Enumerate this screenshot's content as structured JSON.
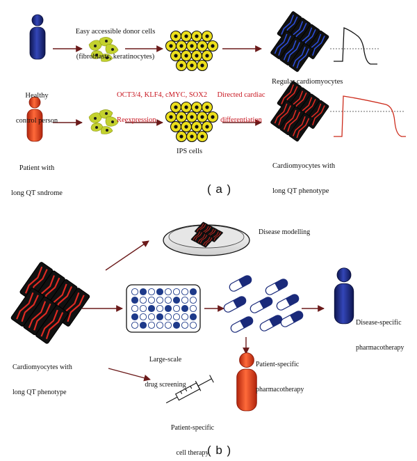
{
  "colors": {
    "arrow": "#6b1a1a",
    "healthy_person": "#1c2a80",
    "patient_person": "#e84a1f",
    "fibroblast": "#c3d12e",
    "ips_cell": "#e8dc1a",
    "regular_cardiomyocyte": "#1a3aa8",
    "lqt_cardiomyocyte": "#c81e1e",
    "lqt_trace": "#cc2a1a",
    "highlight_text": "#c8141e",
    "plate_well": "#1e3a8a",
    "pill": "#1a2a7a"
  },
  "panel_a": {
    "label": "( a )",
    "donor_cells_label_1": "Easy accessible donor cells",
    "donor_cells_label_2": "(fibroblasts, keratinocytes)",
    "healthy_label_1": "Healthy",
    "healthy_label_2": "control person",
    "patient_label_1": "Patient with",
    "patient_label_2": "long QT sndrome",
    "reprogramming_label_1": "OCT3/4, KLF4, cMYC, SOX2",
    "reprogramming_label_2": "Reexpression",
    "differentiation_label_1": "Directed cardiac",
    "differentiation_label_2": "differentiation",
    "ips_label": "IPS cells",
    "regular_label": "Regular cardiomyocytes",
    "lqt_label_1": "Cardiomyocytes with",
    "lqt_label_2": "long QT phenotype"
  },
  "panel_b": {
    "label": "( b )",
    "disease_modelling": "Disease modelling",
    "source_label_1": "Cardiomyocytes with",
    "source_label_2": "long QT phenotype",
    "screening_label_1": "Large-scale",
    "screening_label_2": "drug screening",
    "disease_specific_1": "Disease-specific",
    "disease_specific_2": "pharmacotherapy",
    "patient_specific_1": "Patient-specific",
    "patient_specific_2": "pharmacotherapy",
    "cell_therapy_1": "Patient-specific",
    "cell_therapy_2": "cell therapy"
  }
}
